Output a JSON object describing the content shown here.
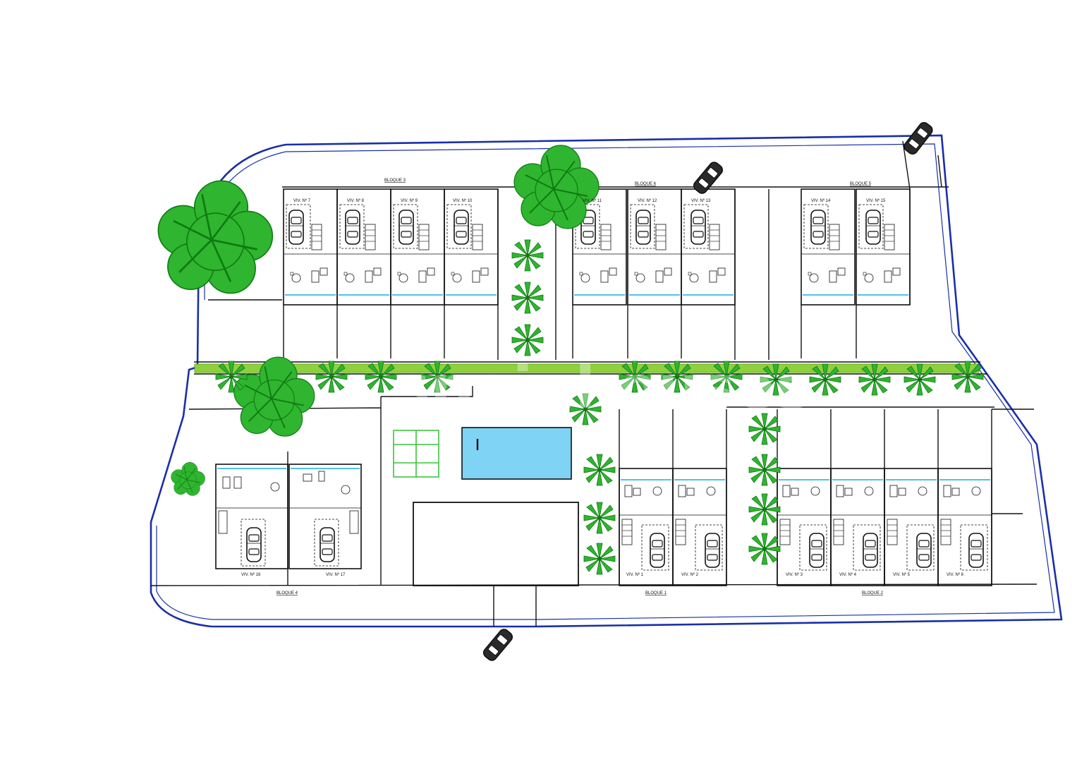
{
  "colors": {
    "boundary": "#1a2fa8",
    "lines": "#111111",
    "tree": "#2fb52f",
    "tree_dark": "#0f7a12",
    "hedge": "#8ed13a",
    "pool": "#7fd3f5",
    "court": "#3cc43c",
    "glass": "#4fc3ea"
  },
  "blocks": {
    "b3": "BLOQUE 3",
    "b6": "BLOQUE 6",
    "b5": "BLOQUE 5",
    "b4": "BLOQUE 4",
    "b1": "BLOQUE 1",
    "b2": "BLOQUE 2"
  },
  "units": {
    "u1": "VIV. Nº 1",
    "u2": "VIV. Nº 2",
    "u3": "VIV. Nº 3",
    "u4": "VIV. Nº 4",
    "u5": "VIV. Nº 5",
    "u6": "VIV. Nº 6",
    "u7": "VIV. Nº 7",
    "u8": "VIV. Nº 8",
    "u9": "VIV. Nº 9",
    "u10": "VIV. Nº 10",
    "u11": "VIV. Nº 11",
    "u12": "VIV. Nº 12",
    "u13": "VIV. Nº 13",
    "u14": "VIV. Nº 14",
    "u15": "VIV. Nº 15",
    "u16": "VIV. Nº 16",
    "u17": "VIV. Nº 17"
  },
  "watermark": "spainhouses",
  "icons": {
    "tree": "deciduous-tree-icon",
    "palm": "palm-tree-icon",
    "car": "car-icon"
  }
}
